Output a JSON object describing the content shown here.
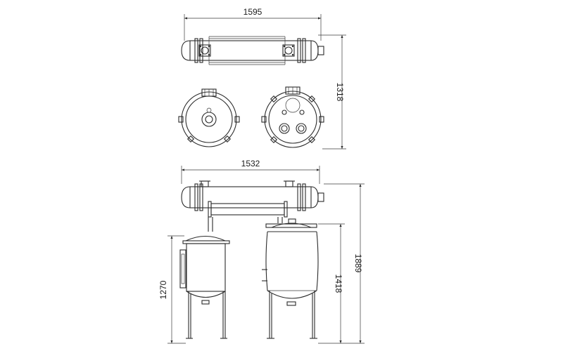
{
  "dimensions": {
    "top_width": "1595",
    "top_height": "1318",
    "front_width": "1532",
    "total_height": "1889",
    "right_tank_height": "1418",
    "left_tank_height": "1270"
  },
  "colors": {
    "line": "#2b2b2b",
    "background": "#ffffff"
  }
}
